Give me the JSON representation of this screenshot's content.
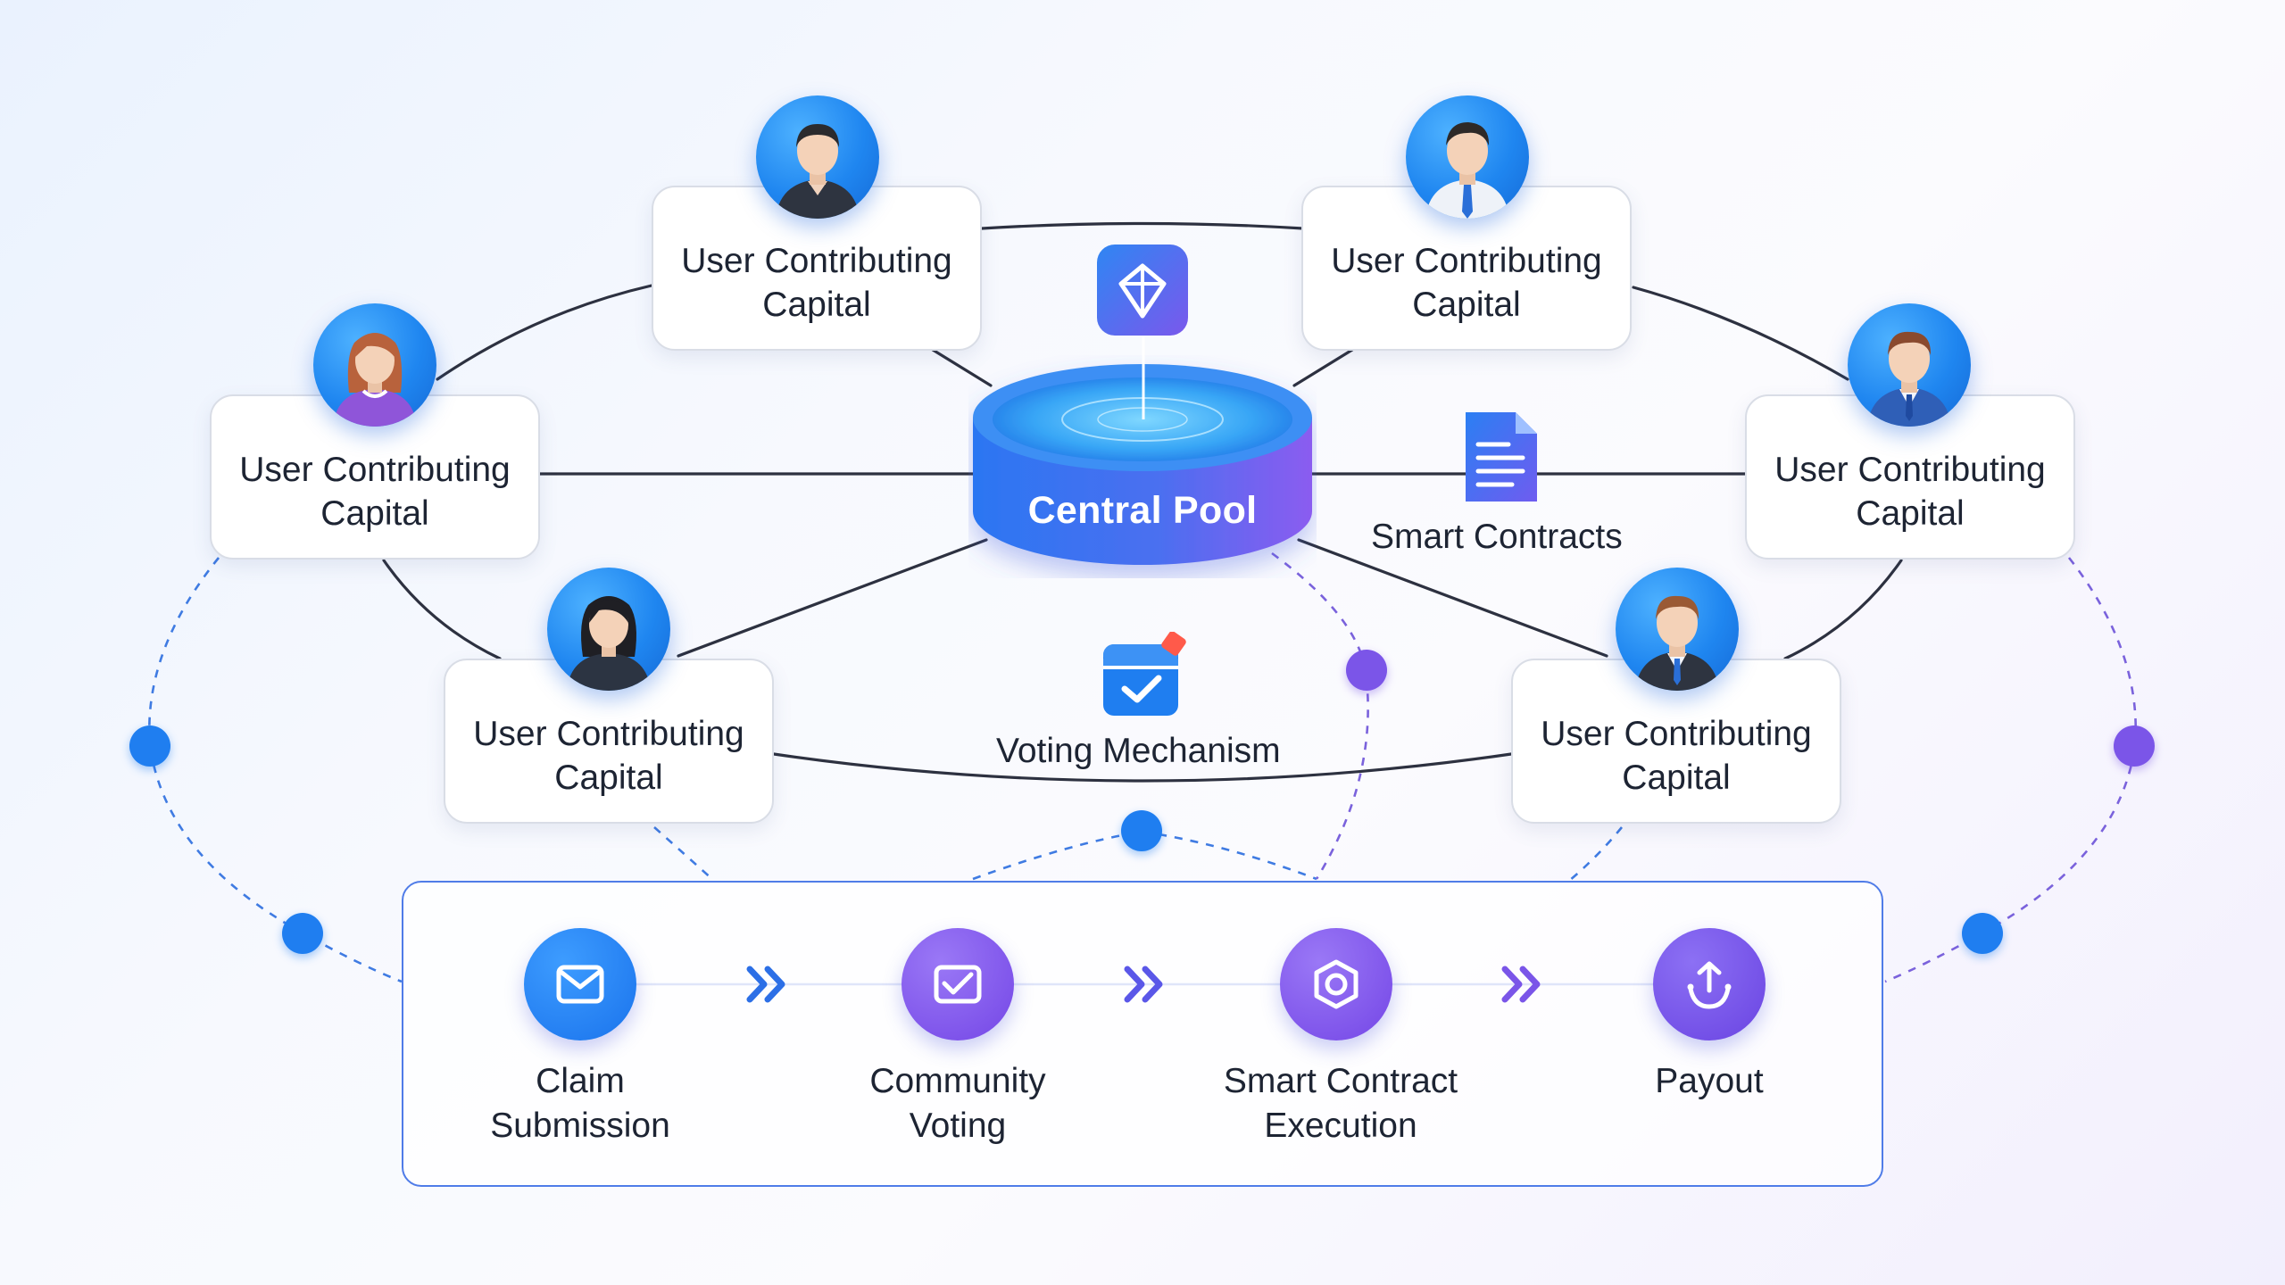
{
  "colors": {
    "blue": "#1f7ef0",
    "purple": "#7b55e8",
    "line": "#2d3140",
    "dashed_blue": "#3f7be2",
    "dashed_purple": "#7a62dc"
  },
  "central_pool": {
    "label": "Central Pool",
    "icon": "diamond-icon"
  },
  "smart_contracts": {
    "label": "Smart Contracts",
    "icon": "document-icon"
  },
  "voting": {
    "label": "Voting Mechanism",
    "icon": "ballot-icon"
  },
  "users": [
    {
      "label": "User Contributing\nCapital",
      "avatar": "man-dark-suit-avatar"
    },
    {
      "label": "User Contributing\nCapital",
      "avatar": "man-white-shirt-avatar"
    },
    {
      "label": "User Contributing\nCapital",
      "avatar": "woman-purple-avatar"
    },
    {
      "label": "User Contributing\nCapital",
      "avatar": "man-blue-suit-avatar"
    },
    {
      "label": "User Contributing\nCapital",
      "avatar": "woman-dark-hair-avatar"
    },
    {
      "label": "User Contributing\nCapital",
      "avatar": "man-suit-tie-avatar"
    }
  ],
  "process_steps": [
    {
      "label": "Claim\nSubmission",
      "icon": "envelope-icon"
    },
    {
      "label": "Community\nVoting",
      "icon": "envelope-check-icon"
    },
    {
      "label": "Smart Contract\nExecution",
      "icon": "hexagon-icon"
    },
    {
      "label": "Payout",
      "icon": "payout-icon"
    }
  ]
}
